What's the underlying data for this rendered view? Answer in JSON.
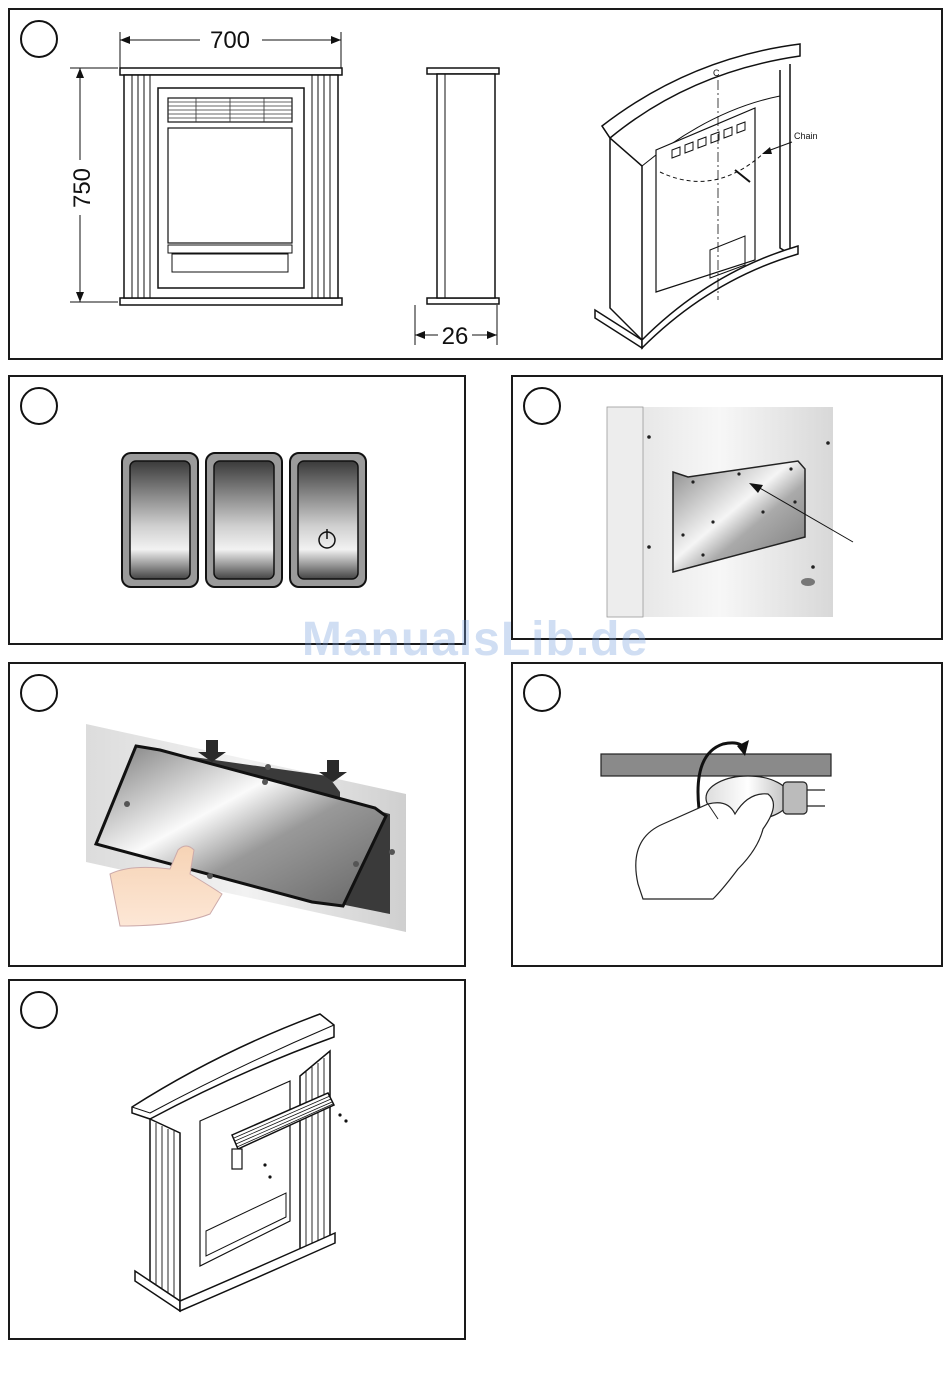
{
  "figures": {
    "fig1": {
      "width_label": "700",
      "height_label": "750",
      "depth_label": "26",
      "chain_label": "Chain",
      "centerline_label": "C\nL"
    },
    "fig2": {
      "switches": [
        "switch-1",
        "switch-2",
        "switch-power"
      ]
    },
    "fig3": {},
    "fig4": {},
    "fig5": {},
    "fig6": {}
  },
  "watermark": "ManualsLib.de",
  "colors": {
    "line": "#1a1a1a",
    "watermark": "#78a0dc"
  }
}
